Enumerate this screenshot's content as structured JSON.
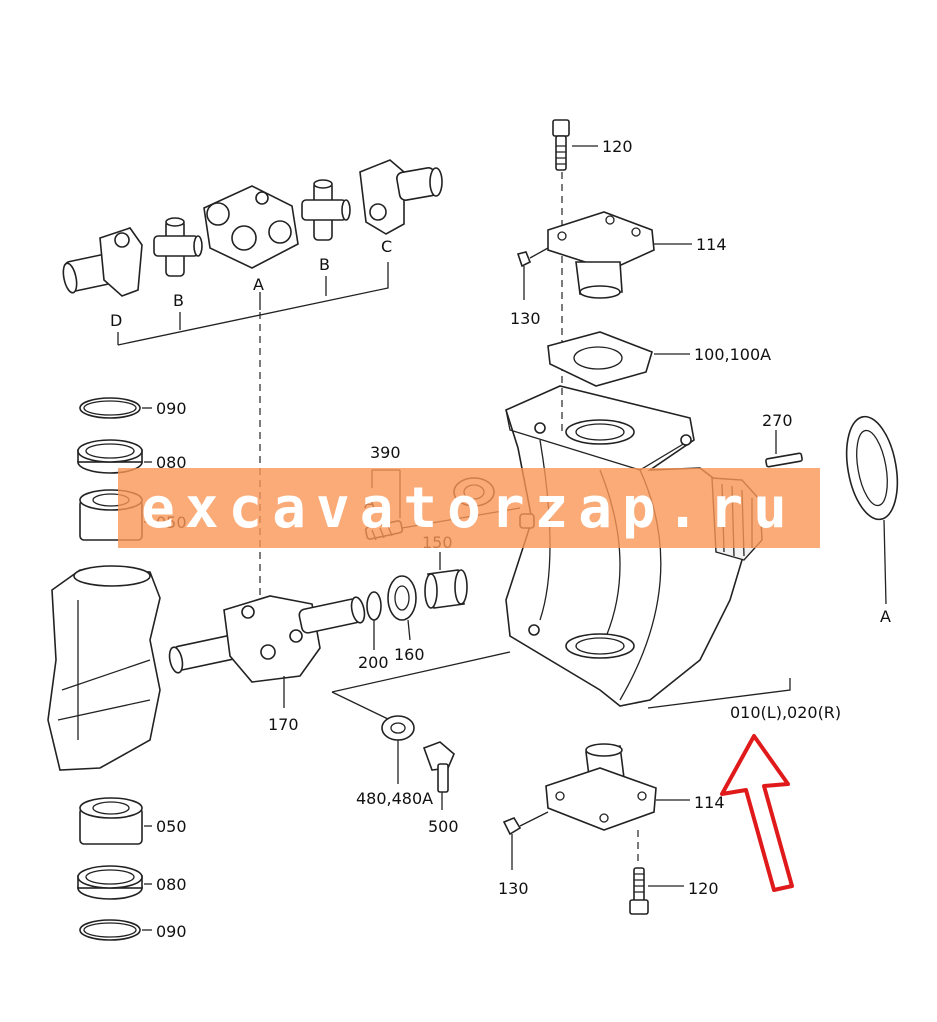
{
  "watermark": {
    "text": "excavatorzap.ru",
    "color": "#fa9655"
  },
  "arrow_color": "#e01a1a",
  "labels": {
    "l120_top": "120",
    "l114_top": "114",
    "l130_top": "130",
    "l100": "100,100A",
    "l270": "270",
    "l390": "390",
    "lA_390": "A",
    "l150": "150",
    "l200": "200",
    "l160": "160",
    "l170": "170",
    "l480": "480,480A",
    "l500": "500",
    "l010": "010(L),020(R)",
    "lA_right": "A",
    "l114_bot": "114",
    "l130_bot": "130",
    "l120_bot": "120",
    "l090_top": "090",
    "l080_top": "080",
    "l050_top": "050",
    "l050_bot": "050",
    "l080_bot": "080",
    "l090_bot": "090",
    "lD": "D",
    "lB1": "B",
    "lA_top": "A",
    "lB2": "B",
    "lC": "C"
  }
}
